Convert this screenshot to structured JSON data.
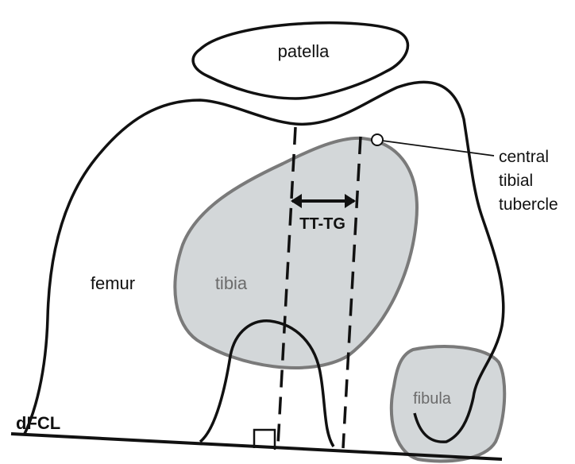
{
  "labels": {
    "patella": "patella",
    "femur": "femur",
    "tibia": "tibia",
    "fibula": "fibula",
    "tt_tg": "TT-TG",
    "dfcl": "dFCL",
    "central_tibial_tubercle": [
      "central",
      "tibial",
      "tubercle"
    ]
  },
  "colors": {
    "outline": "#111111",
    "bone_fill": "#d3d7d9",
    "bone_stroke": "#7a7a7a",
    "label_grey": "#6b6b6b"
  }
}
